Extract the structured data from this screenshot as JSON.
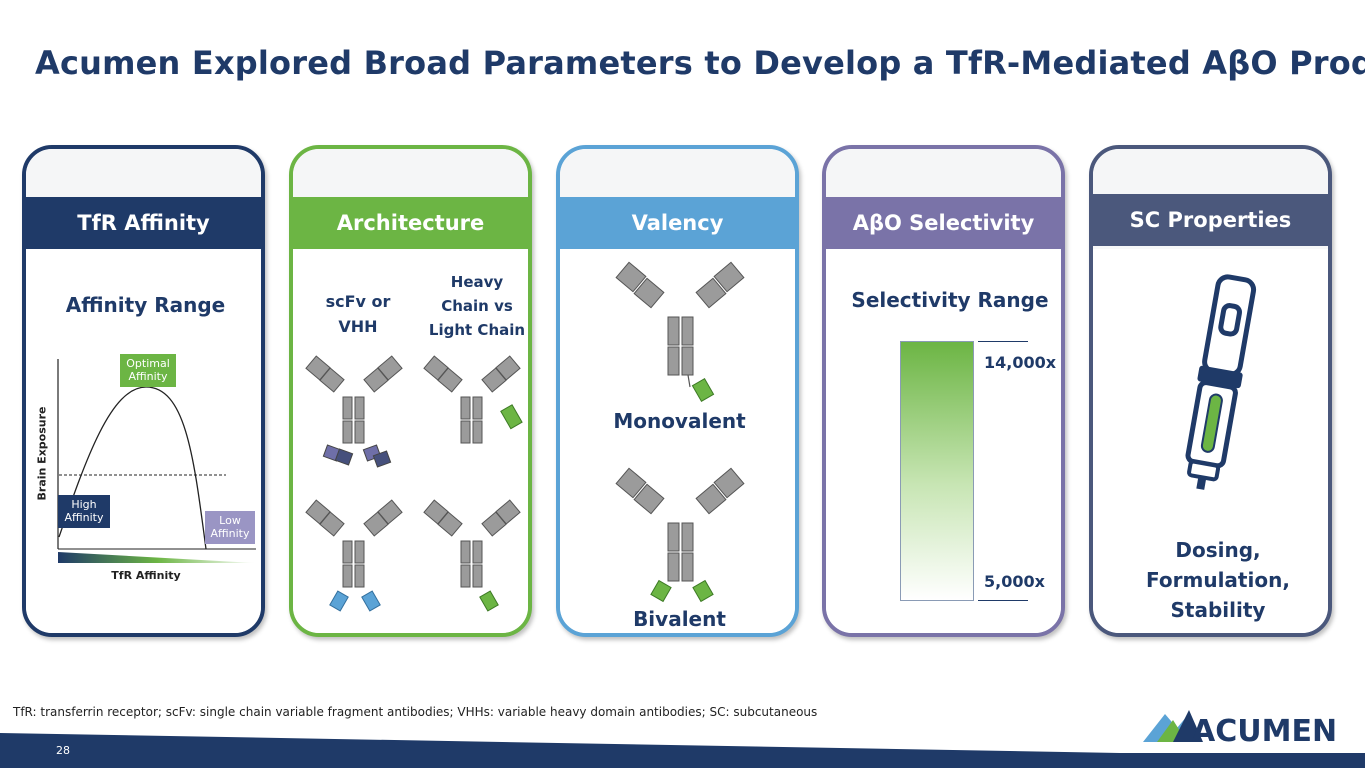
{
  "title": "Acumen Explored Broad Parameters to Develop a TfR-Mediated AβO Product",
  "colors": {
    "navy": "#1f3a68",
    "green": "#6cb544",
    "blue": "#5ba3d6",
    "purple": "#7a73a8",
    "slate": "#4b587c"
  },
  "cards": {
    "tfr": {
      "header": "TfR Affinity",
      "subtitle": "Affinity Range",
      "optimal": "Optimal Affinity",
      "high": "High Affinity",
      "low": "Low Affinity",
      "y_axis": "Brain Exposure",
      "x_axis": "TfR Affinity"
    },
    "architecture": {
      "header": "Architecture",
      "col1": "scFv or VHH",
      "col2": "Heavy Chain vs Light Chain"
    },
    "valency": {
      "header": "Valency",
      "mono": "Monovalent",
      "bi": "Bivalent"
    },
    "selectivity": {
      "header": "AβO Selectivity",
      "subtitle": "Selectivity Range",
      "top_value": "14,000x",
      "bottom_value": "5,000x"
    },
    "sc": {
      "header": "SC Properties",
      "caption": "Dosing, Formulation, Stability"
    }
  },
  "footnote": "TfR: transferrin receptor; scFv: single chain variable fragment antibodies; VHHs: variable heavy domain antibodies; SC: subcutaneous",
  "page_number": "28",
  "logo": "ACUMEN"
}
